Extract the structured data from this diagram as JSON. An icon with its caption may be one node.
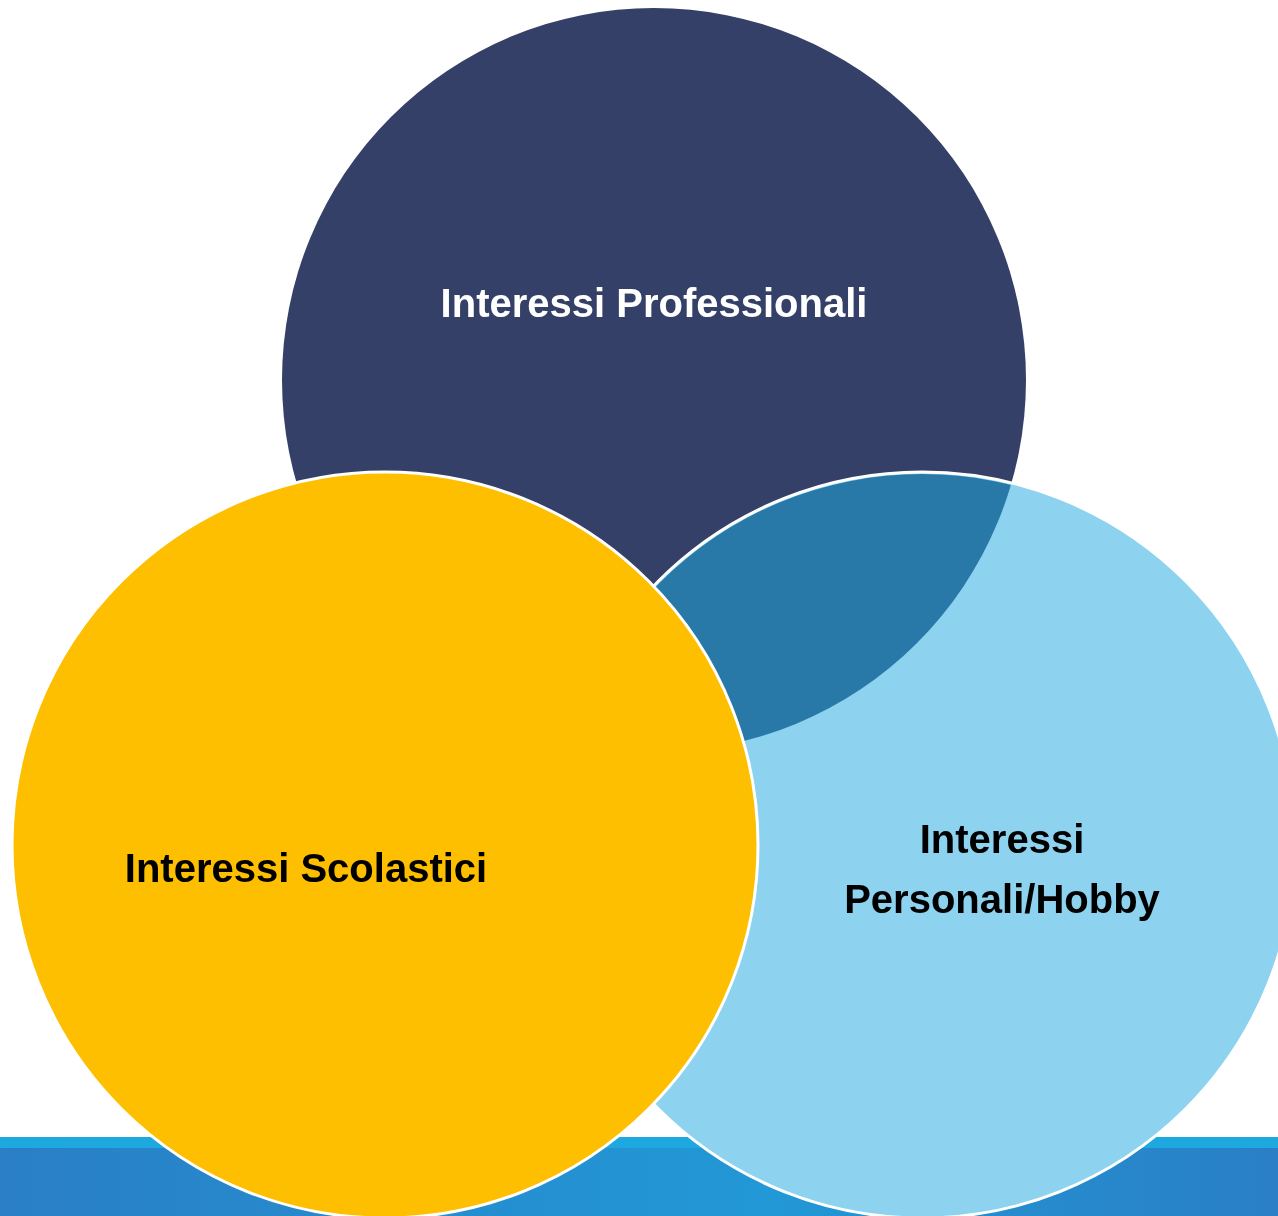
{
  "diagram": {
    "nodes": [
      {
        "text": [
          "Interessi Professionali"
        ]
      },
      {
        "text": [
          "Interessi Scolastici"
        ]
      },
      {
        "text": [
          "Interessi Personali/Hobby"
        ]
      }
    ]
  }
}
